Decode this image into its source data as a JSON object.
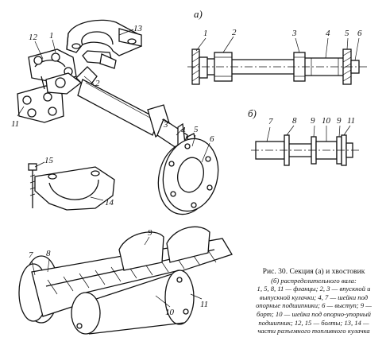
{
  "labels": {
    "a": {
      "sub": "а)",
      "n1": "1",
      "n2": "2",
      "n3": "3",
      "n4": "4",
      "n5": "5",
      "n6": "6"
    },
    "b": {
      "sub": "б)",
      "n7": "7",
      "n8": "8",
      "n9a": "9",
      "n10": "10",
      "n9b": "9",
      "n11": "11"
    },
    "main": {
      "n1": "1",
      "n2": "2",
      "n3": "3",
      "n4": "4",
      "n5": "5",
      "n6": "6",
      "n11": "11",
      "n12": "12",
      "n13": "13",
      "n14": "14",
      "n15": "15"
    },
    "bottom": {
      "n7": "7",
      "n8": "8",
      "n9": "9",
      "n10": "10",
      "n11": "11"
    }
  },
  "caption": {
    "line1": "Рис. 30. Секция (а) и хвостовик",
    "line2": "(б) распределительного вала:",
    "line3": "1, 5, 8, 11 — фланцы; 2, 3 — впускной и",
    "line4": "выпускной кулачки; 4, 7 — шейки под",
    "line5": "опорные подшипники; 6 — выступ; 9 —",
    "line6": "борт; 10 — шейка под опорно-упорный",
    "line7": "подшипник; 12, 15 — болты; 13, 14 —",
    "line8": "части разъемного топливного кулачка"
  }
}
